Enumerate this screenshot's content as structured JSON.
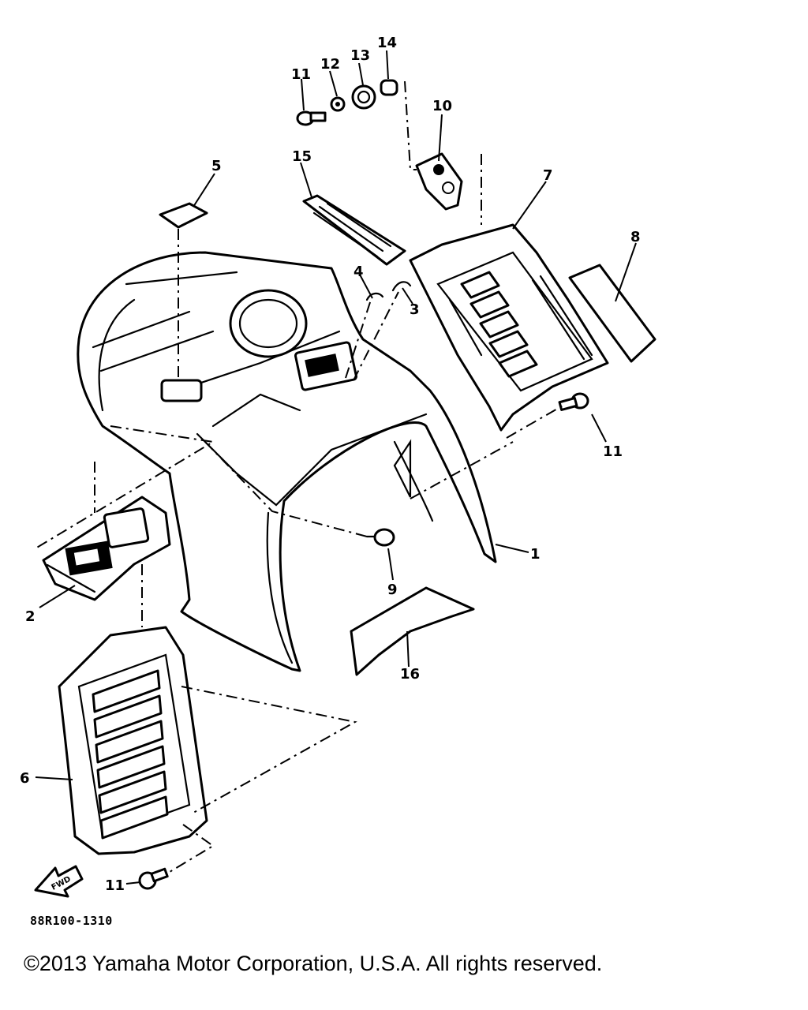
{
  "diagram": {
    "callouts": [
      "1",
      "2",
      "3",
      "4",
      "5",
      "6",
      "7",
      "8",
      "9",
      "10",
      "11",
      "12",
      "13",
      "14",
      "15",
      "16"
    ],
    "callout_11_repeats": [
      "11",
      "11",
      "11"
    ],
    "fwd_arrow_text": "FWD"
  },
  "reference_code": "88R100-1310",
  "copyright": "©2013 Yamaha Motor Corporation, U.S.A. All rights reserved."
}
